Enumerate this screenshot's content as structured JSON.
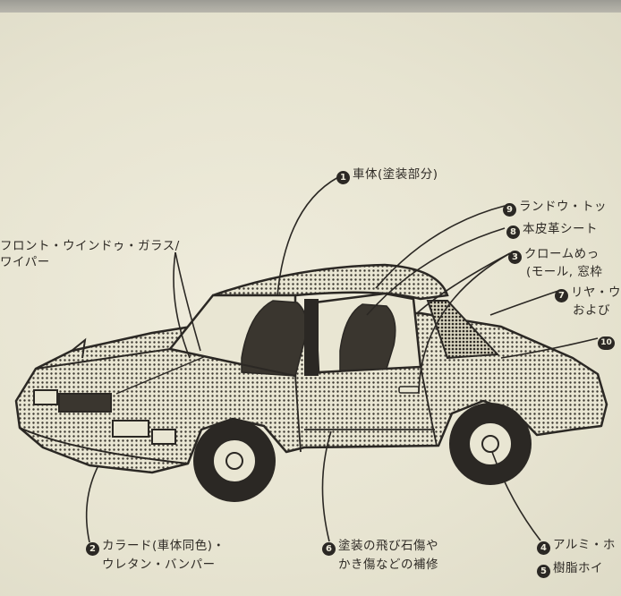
{
  "callouts": [
    {
      "num": "1",
      "text": "車体(塗装部分)"
    },
    {
      "num": "9",
      "text": "ランドウ・トッ"
    },
    {
      "num": "8",
      "text": "本皮革シート"
    },
    {
      "num": "3",
      "text": "クロームめっ",
      "text2": "(モール, 窓枠"
    },
    {
      "num": "7",
      "text": "リヤ・ウ",
      "text2": "および"
    },
    {
      "num": "10",
      "text": ""
    },
    {
      "num": "2",
      "text": "カラード(車体同色)・",
      "text2": "ウレタン・バンパー"
    },
    {
      "num": "6",
      "text": "塗装の飛び石傷や",
      "text2": "かき傷などの補修"
    },
    {
      "num": "4",
      "text": "アルミ・ホ"
    },
    {
      "num": "5",
      "text": "樹脂ホイ"
    }
  ],
  "windshield_label": {
    "line1": "フロント・ウインドゥ・ガラス/",
    "line2": "ワイパー"
  }
}
